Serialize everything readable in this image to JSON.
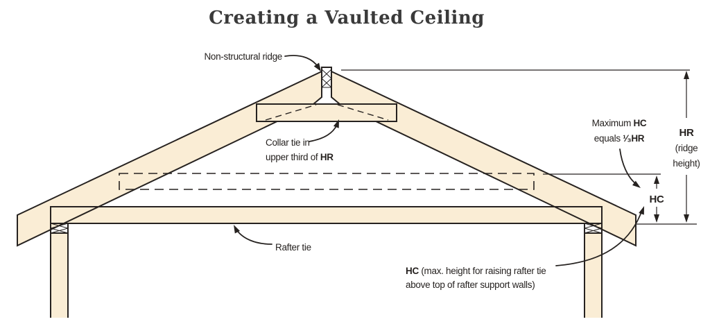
{
  "title": "Creating a Vaulted Ceiling",
  "colors": {
    "wood_fill": "#FAEDD5",
    "outline": "#262220",
    "text": "#262220",
    "title_text": "#3A3A3A",
    "background": "#FFFFFF"
  },
  "labels": {
    "non_structural_ridge": "Non-structural ridge",
    "collar_tie_line1": "Collar tie in",
    "collar_tie_line2_pre": "upper third of ",
    "collar_tie_line2_bold": "HR",
    "rafter_tie": "Rafter tie",
    "maximum_hc_line1_pre": "Maximum ",
    "maximum_hc_line1_bold": "HC",
    "maximum_hc_line2_pre": "equals ",
    "maximum_hc_line2_frac": "¹⁄₃",
    "maximum_hc_line2_bold": "HR",
    "hr_dim": "HR",
    "hr_dim_line2": "(ridge",
    "hr_dim_line3": "height)",
    "hc_dim": "HC",
    "hc_note_bold": "HC",
    "hc_note_line1_rest": " (max. height for raising rafter tie",
    "hc_note_line2": "above top of rafter support walls)"
  }
}
